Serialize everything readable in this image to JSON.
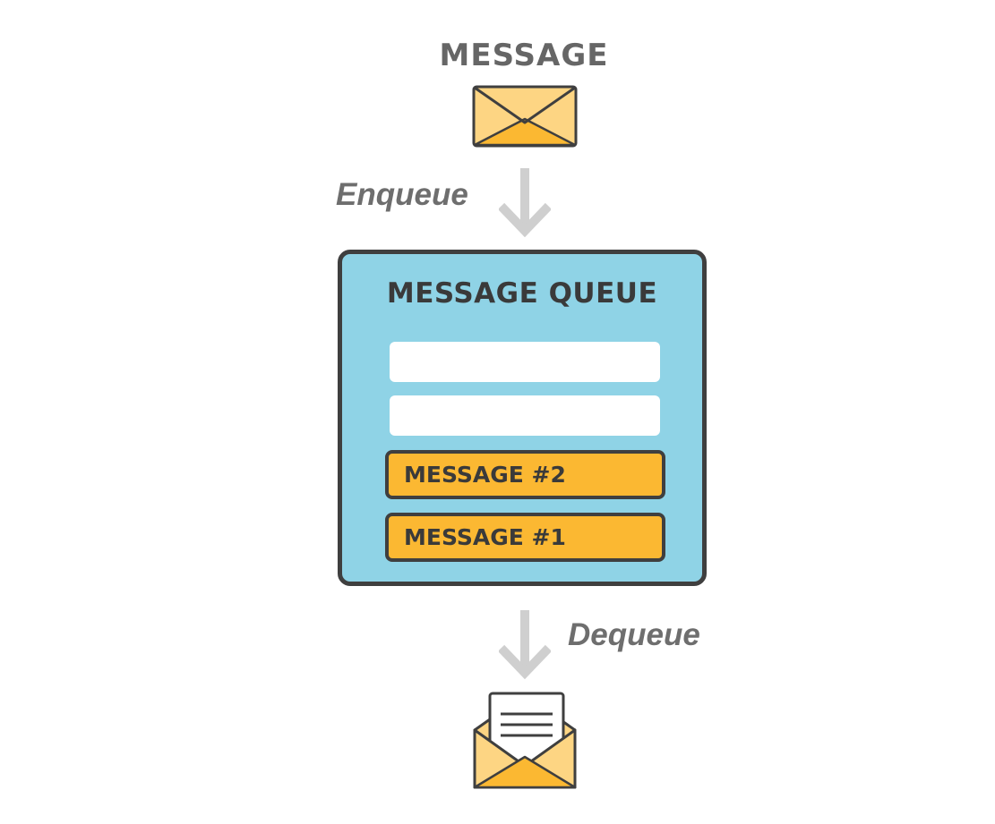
{
  "message_title": "MESSAGE",
  "enqueue_label": "Enqueue",
  "queue": {
    "title": "MESSAGE QUEUE",
    "messages": [
      "MESSAGE #2",
      "MESSAGE #1"
    ]
  },
  "dequeue_label": "Dequeue",
  "icons": {
    "incoming": "envelope-closed-icon",
    "outgoing": "envelope-open-icon",
    "arrows": "arrow-down-icon"
  },
  "colors": {
    "text_gray": "#666666",
    "queue_fill": "#8fd3e6",
    "outline": "#3f3f3f",
    "message_fill": "#fbb832",
    "envelope_light": "#fdd583",
    "arrow_gray": "#cfcfcf"
  }
}
